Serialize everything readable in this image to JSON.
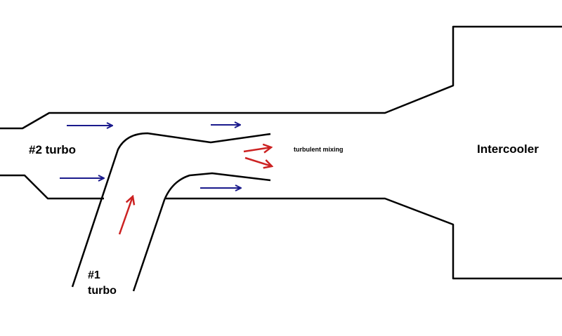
{
  "labels": {
    "turbo2": "#2 turbo",
    "turbo1_line1": "#1",
    "turbo1_line2": "turbo",
    "mixing": "turbulent mixing",
    "intercooler": "Intercooler"
  },
  "colors": {
    "line": "#000000",
    "flow_main": "#1a1a8c",
    "flow_turbo1": "#cc2222"
  }
}
